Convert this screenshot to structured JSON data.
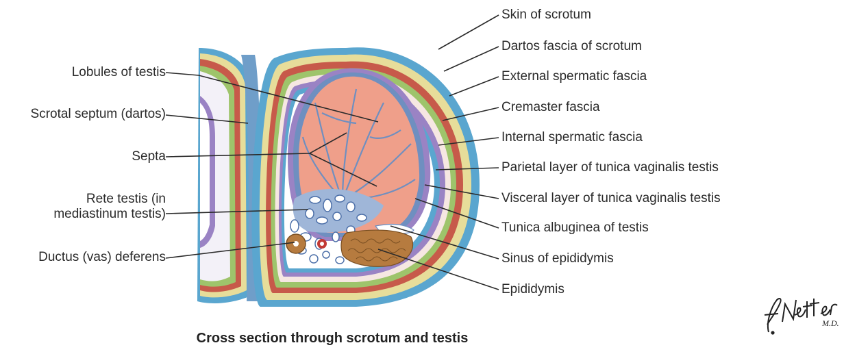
{
  "labels_left": {
    "lobules": "Lobules of testis",
    "septum": "Scrotal septum (dartos)",
    "septa": "Septa",
    "rete_line1": "Rete testis (in",
    "rete_line2": "mediastinum testis)",
    "ductus": "Ductus (vas) deferens"
  },
  "labels_right": {
    "skin": "Skin of scrotum",
    "dartos": "Dartos fascia of scrotum",
    "external": "External spermatic fascia",
    "cremaster": "Cremaster fascia",
    "internal": "Internal spermatic fascia",
    "parietal": "Parietal layer of tunica vaginalis testis",
    "visceral": "Visceral layer of tunica vaginalis testis",
    "albuginea": "Tunica albuginea of testis",
    "sinus": "Sinus of epididymis",
    "epididymis": "Epididymis"
  },
  "caption": "Cross section through scrotum and testis",
  "signature": "F. Netter M.D.",
  "colors": {
    "skin": "#5aa6cf",
    "dartos": "#e7dd9a",
    "muscle": "#c75a4a",
    "external": "#9ec46b",
    "cremaster_stripe": "#d48a7a",
    "internal": "#9a83c4",
    "cavity": "#ffffff",
    "testis": "#ef9f8a",
    "vessels": "#6f8fc0",
    "epididymis": "#b67b3f"
  }
}
